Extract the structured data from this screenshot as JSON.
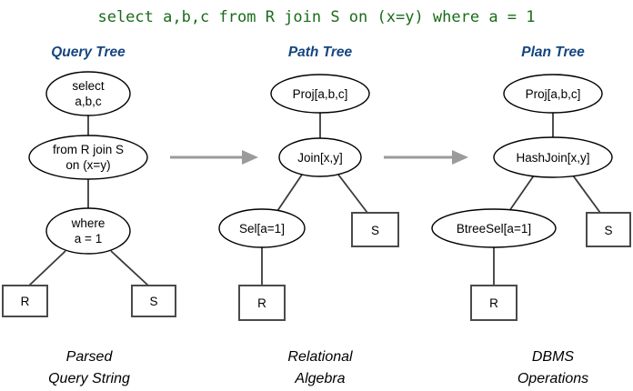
{
  "query": {
    "text": "select a,b,c from R join S on (x=y) where a = 1",
    "color": "#1a6b1a"
  },
  "titles": {
    "left": "Query Tree",
    "middle": "Path Tree",
    "right": "Plan Tree",
    "color": "#15457f"
  },
  "captions": {
    "left_line1": "Parsed",
    "left_line2": "Query String",
    "middle_line1": "Relational",
    "middle_line2": "Algebra",
    "right_line1": "DBMS",
    "right_line2": "Operations"
  },
  "trees": {
    "query_tree": {
      "nodes": [
        {
          "id": "q-root",
          "shape": "ellipse",
          "label_line1": "select",
          "label_line2": "a,b,c"
        },
        {
          "id": "q-from",
          "shape": "ellipse",
          "label_line1": "from R join S",
          "label_line2": "on (x=y)"
        },
        {
          "id": "q-where",
          "shape": "ellipse",
          "label_line1": "where",
          "label_line2": "a = 1"
        },
        {
          "id": "q-leaf-r",
          "shape": "box",
          "label_line1": "R"
        },
        {
          "id": "q-leaf-s",
          "shape": "box",
          "label_line1": "S"
        }
      ]
    },
    "path_tree": {
      "nodes": [
        {
          "id": "p-proj",
          "shape": "ellipse",
          "label_line1": "Proj[a,b,c]"
        },
        {
          "id": "p-join",
          "shape": "ellipse",
          "label_line1": "Join[x,y]"
        },
        {
          "id": "p-sel",
          "shape": "ellipse",
          "label_line1": "Sel[a=1]"
        },
        {
          "id": "p-leaf-s",
          "shape": "box",
          "label_line1": "S"
        },
        {
          "id": "p-leaf-r",
          "shape": "box",
          "label_line1": "R"
        }
      ]
    },
    "plan_tree": {
      "nodes": [
        {
          "id": "n-proj",
          "shape": "ellipse",
          "label_line1": "Proj[a,b,c]"
        },
        {
          "id": "n-hashjoin",
          "shape": "ellipse",
          "label_line1": "HashJoin[x,y]"
        },
        {
          "id": "n-btreesel",
          "shape": "ellipse",
          "label_line1": "BtreeSel[a=1]"
        },
        {
          "id": "n-leaf-s",
          "shape": "box",
          "label_line1": "S"
        },
        {
          "id": "n-leaf-r",
          "shape": "box",
          "label_line1": "R"
        }
      ]
    }
  },
  "arrows": {
    "first": "transform-arrow-query-to-path",
    "second": "transform-arrow-path-to-plan",
    "color": "#9b9b9b"
  }
}
